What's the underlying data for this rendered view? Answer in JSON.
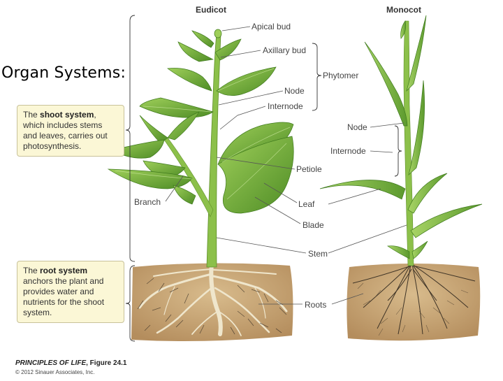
{
  "title": "Organ Systems:",
  "headers": {
    "eudicot": "Eudicot",
    "monocot": "Monocot"
  },
  "labels": {
    "apical_bud": "Apical bud",
    "axillary_bud": "Axillary bud",
    "phytomer": "Phytomer",
    "node": "Node",
    "internode": "Internode",
    "petiole": "Petiole",
    "branch": "Branch",
    "leaf": "Leaf",
    "blade": "Blade",
    "stem": "Stem",
    "roots": "Roots",
    "mono_node": "Node",
    "mono_internode": "Internode"
  },
  "shoot_callout": {
    "pre": "The ",
    "bold": "shoot system",
    "post": ", which includes stems and leaves, carries out photosynthesis."
  },
  "root_callout": {
    "pre": "The ",
    "bold": "root system",
    "post": " anchors the plant and provides water and nutrients for the shoot system."
  },
  "credit": {
    "book": "PRINCIPLES OF LIFE",
    "figure": ", Figure 24.1",
    "copyright": "© 2012 Sinauer Associates, Inc."
  },
  "colors": {
    "leaf": "#7fb63c",
    "leaf_dark": "#4f8a24",
    "stem": "#8cc04a",
    "soil": "#c9a777",
    "root": "#e9dfc2",
    "callout_bg": "#fbf7d6"
  }
}
